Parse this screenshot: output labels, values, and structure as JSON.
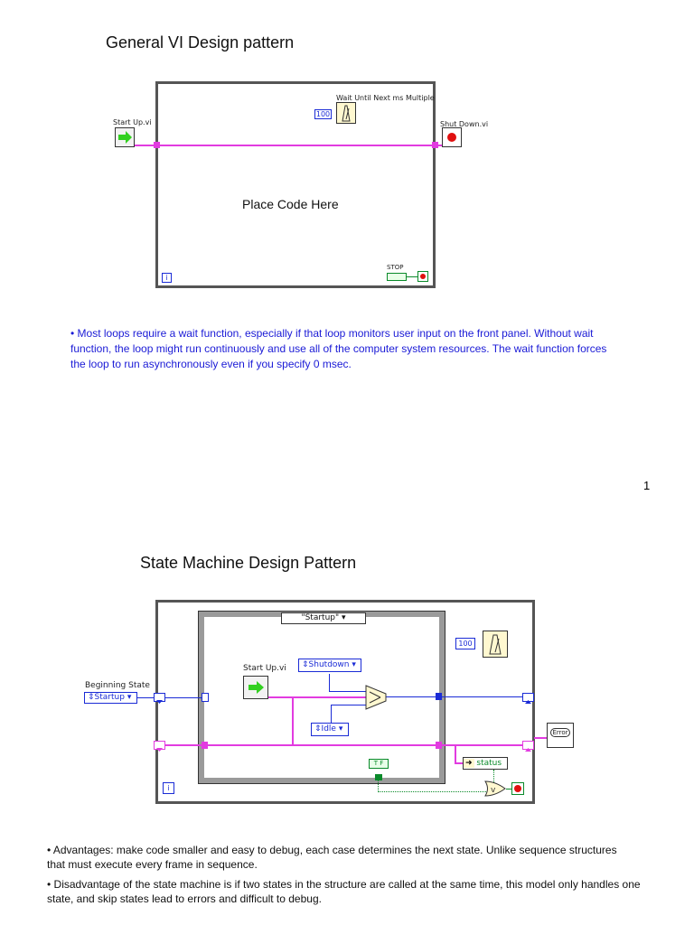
{
  "slide1": {
    "title": "General VI Design pattern",
    "startup_label": "Start Up.vi",
    "wait_label": "Wait Until Next ms Multiple",
    "wait_const": "100",
    "shutdown_label": "Shut Down.vi",
    "placeholder": "Place Code Here",
    "stop_label": "STOP",
    "iteration": "i",
    "note": "•  Most loops require a wait function, especially if that loop monitors user input on the front panel. Without wait function, the loop might run continuously and use all of the computer system resources. The wait function forces the loop to run asynchronously even if you specify 0 msec.",
    "page_number": "1"
  },
  "slide2": {
    "title": "State Machine Design Pattern",
    "case_selector": "\"Startup\"",
    "beginning_state_label": "Beginning State",
    "beginning_state_value": "Startup",
    "startup_label": "Start Up.vi",
    "shutdown_enum": "Shutdown",
    "idle_enum": "Idle",
    "wait_const": "100",
    "bool_const": "T F",
    "unbundle_label": "status",
    "error_label": "Error",
    "iteration": "i",
    "advantages": "•  Advantages: make code smaller and easy to debug, each case determines the next state. Unlike sequence structures that must execute every frame in sequence.",
    "disadvantages": "•  Disadvantage of the state machine is if two states in the structure are called at the same time, this model only handles one state, and skip states lead to errors and difficult to debug."
  },
  "colors": {
    "error_wire": "#e23be0",
    "enum_wire": "#1a2bd6",
    "bool_wire": "#0a8a2a",
    "note_text": "#1a1ad6"
  }
}
